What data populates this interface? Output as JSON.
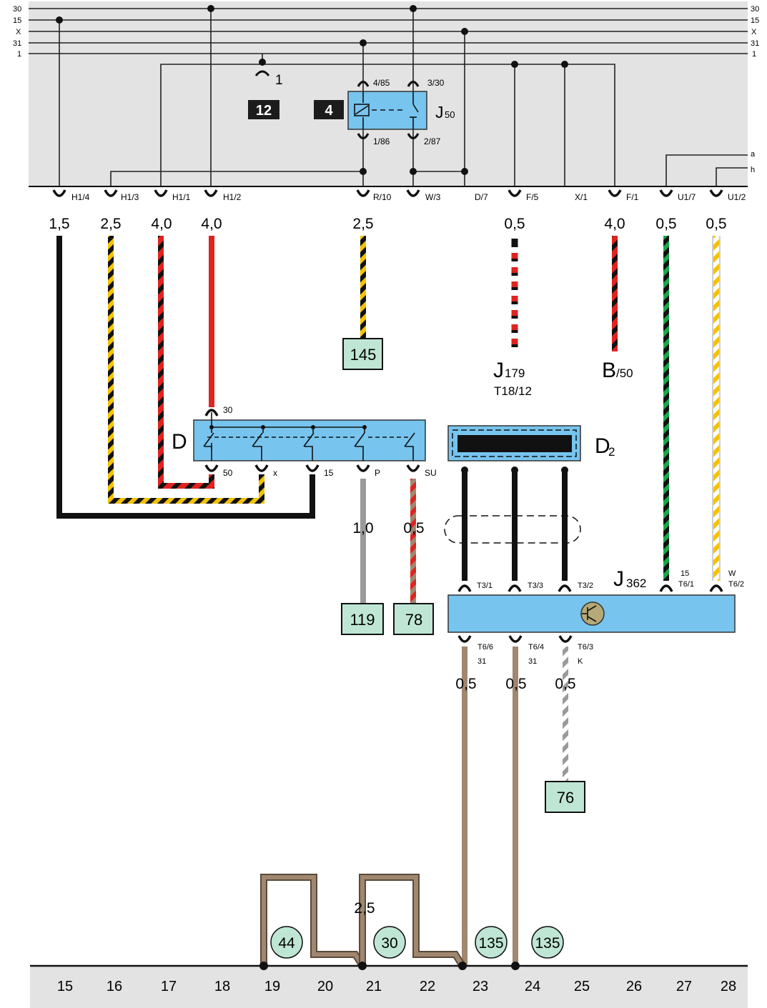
{
  "rails": {
    "left": [
      "30",
      "15",
      "X",
      "31",
      "1"
    ],
    "right": [
      "30",
      "15",
      "X",
      "31",
      "1"
    ],
    "aux_right": [
      "a",
      "h"
    ]
  },
  "relay": {
    "name": "J",
    "sub": "50",
    "slot_badge": "4",
    "pin_85": "4/85",
    "pin_30": "3/30",
    "pin_86": "1/86",
    "pin_87": "2/87"
  },
  "fuse": {
    "badge": "12",
    "pin": "1"
  },
  "connectors": {
    "h14": "H1/4",
    "h13": "H1/3",
    "h11": "H1/1",
    "h12": "H1/2",
    "r10": "R/10",
    "w3": "W/3",
    "d7": "D/7",
    "f5": "F/5",
    "x1": "X/1",
    "f1": "F/1",
    "u17": "U1/7",
    "u12": "U1/2"
  },
  "gauges": {
    "h14": "1,5",
    "h13": "2,5",
    "h11": "4,0",
    "h12": "4,0",
    "r10": "2,5",
    "f5": "0,5",
    "f1": "4,0",
    "u17": "0,5",
    "u12": "0,5",
    "p": "1,0",
    "su": "0,5",
    "t66": "0,5",
    "t64": "0,5",
    "t63": "0,5",
    "ground": "2,5"
  },
  "refs": {
    "r145": "145",
    "r119": "119",
    "r78": "78",
    "r76": "76",
    "j179_name": "J",
    "j179_sub": "179",
    "j179_pin": "T18/12",
    "b50_name": "B",
    "b50_sub": "/50"
  },
  "ignition_switch": {
    "name": "D",
    "pin_30": "30",
    "pin_50": "50",
    "pin_x": "x",
    "pin_15": "15",
    "pin_p": "P",
    "pin_su": "SU"
  },
  "immobilizer_coil": {
    "name": "D",
    "sub": "2"
  },
  "immobilizer_unit": {
    "name": "J",
    "sub": "362",
    "t31": "T3/1",
    "t33": "T3/3",
    "t32": "T3/2",
    "t61_top": "15",
    "t61": "T6/1",
    "t62_top": "W",
    "t62": "T6/2",
    "t66": "T6/6",
    "t66_sub": "31",
    "t64": "T6/4",
    "t64_sub": "31",
    "t63": "T6/3",
    "t63_sub": "K"
  },
  "ground_points": [
    "44",
    "30",
    "135",
    "135"
  ],
  "columns": [
    "15",
    "16",
    "17",
    "18",
    "19",
    "20",
    "21",
    "22",
    "23",
    "24",
    "25",
    "26",
    "27",
    "28"
  ],
  "colors": {
    "panel": "#e3e3e3",
    "component": "#77c4ef",
    "reference_box": "#bfe6d4",
    "wire_red": "#e0231f",
    "wire_yellow": "#f4c200",
    "wire_green": "#1aa548",
    "wire_brown": "#a08770",
    "wire_grey": "#9a9a9a"
  }
}
